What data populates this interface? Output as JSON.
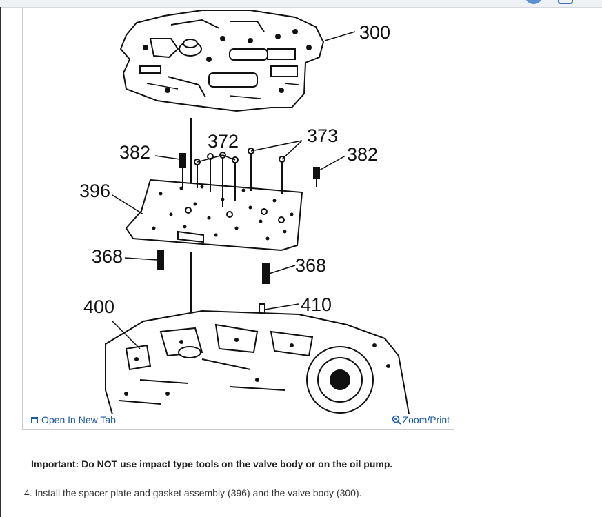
{
  "figure": {
    "callouts": {
      "c300": "300",
      "c373": "373",
      "c372": "372",
      "c382_left": "382",
      "c382_right": "382",
      "c396": "396",
      "c368_left": "368",
      "c368_right": "368",
      "c400": "400",
      "c410": "410"
    },
    "open_in_new_tab": "Open In New Tab",
    "zoom_print": "Zoom/Print",
    "open_tab_icon": "open-in-new-tab-icon",
    "zoom_icon": "magnifier-zoom-icon"
  },
  "important_text": "Important: Do NOT use impact type tools on the valve body or on the oil pump.",
  "step_text": "4. Install the spacer plate and gasket assembly (396) and the valve body (300).",
  "colors": {
    "link": "#1a5aa6",
    "frame_border": "#c9cdd2",
    "accent": "#5b8fd3"
  }
}
